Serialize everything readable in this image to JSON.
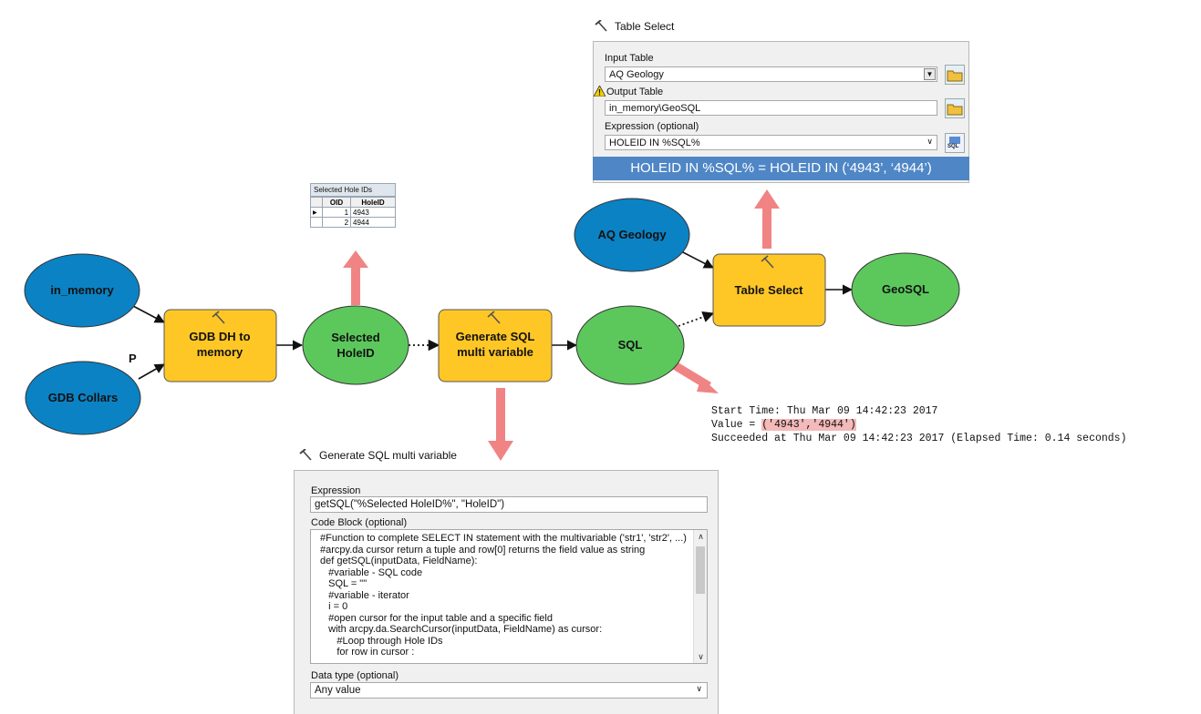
{
  "nodes": {
    "in_memory": "in_memory",
    "gdb_collars": "GDB Collars",
    "gdb_dh_line1": "GDB DH to",
    "gdb_dh_line2": "memory",
    "selected_line1": "Selected",
    "selected_line2": "HoleID",
    "gen_sql_line1": "Generate SQL",
    "gen_sql_line2": "multi variable",
    "sql": "SQL",
    "aq_geology": "AQ Geology",
    "table_select": "Table Select",
    "geosql": "GeoSQL",
    "precondition_label": "P"
  },
  "colors": {
    "data_blue": "#0b82c4",
    "tool_yellow": "#ffc726",
    "output_green": "#5cc85c",
    "callout_red": "#f08484",
    "banner_blue": "#4f86c6"
  },
  "hole_table": {
    "title": "Selected Hole IDs",
    "columns": [
      "OID",
      "HoleID"
    ],
    "rows": [
      {
        "oid": "1",
        "holeid": "4943"
      },
      {
        "oid": "2",
        "holeid": "4944"
      }
    ]
  },
  "table_select_dialog": {
    "title": "Table Select",
    "input_table_label": "Input Table",
    "input_table_value": "AQ Geology",
    "output_table_label": "Output Table",
    "output_table_value": "in_memory\\GeoSQL",
    "expression_label": "Expression (optional)",
    "expression_value": "HOLEID IN %SQL%",
    "sql_button_label": "SQL",
    "banner": "HOLEID IN %SQL% = HOLEID IN (‘4943’, ‘4944’)"
  },
  "log": {
    "line1": "Start Time: Thu Mar 09 14:42:23 2017",
    "line2_prefix": "Value = ",
    "line2_value": "('4943','4944')",
    "line3": "Succeeded at Thu Mar 09 14:42:23 2017 (Elapsed Time: 0.14 seconds)"
  },
  "gen_sql_dialog": {
    "title": "Generate SQL multi variable",
    "expression_label": "Expression",
    "expression_value": "getSQL(\"%Selected HoleID%\", \"HoleID\")",
    "code_block_label": "Code Block (optional)",
    "code_lines": [
      "#Function to complete SELECT IN statement with the multivariable ('str1', 'str2', ...)",
      "#arcpy.da cursor return a tuple and row[0] returns the field value as string",
      "def getSQL(inputData, FieldName):",
      "   #variable - SQL code",
      "   SQL = \"\"",
      "   #variable - iterator",
      "   i = 0",
      "   #open cursor for the input table and a specific field",
      "   with arcpy.da.SearchCursor(inputData, FieldName) as cursor:",
      "      #Loop through Hole IDs",
      "      for row in cursor :"
    ],
    "data_type_label": "Data type (optional)",
    "data_type_value": "Any value"
  }
}
